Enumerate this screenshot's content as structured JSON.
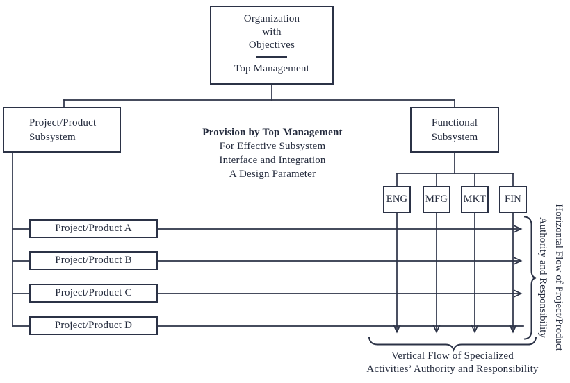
{
  "figure": {
    "top_box": {
      "lines": [
        "Organization",
        "with",
        "Objectives"
      ],
      "footer": "Top Management"
    },
    "left_box": {
      "lines": [
        "Project/Product",
        "Subsystem"
      ]
    },
    "right_box": {
      "lines": [
        "Functional",
        "Subsystem"
      ]
    },
    "center_note": {
      "heading": "Provision by Top Management",
      "lines": [
        "For Effective Subsystem",
        "Interface and Integration",
        "A Design Parameter"
      ]
    },
    "functional_units": [
      "ENG",
      "MFG",
      "MKT",
      "FIN"
    ],
    "projects": [
      "Project/Product A",
      "Project/Product B",
      "Project/Product C",
      "Project/Product D"
    ],
    "right_label": {
      "lines": [
        "Horizontal Flow of Project/Product",
        "Authority and Responsibility"
      ]
    },
    "bottom_label": {
      "lines": [
        "Vertical Flow of Specialized",
        "Activities’ Authority and Responsibility"
      ]
    },
    "colors": {
      "ink": "#2b3246",
      "paper": "#ffffff"
    }
  }
}
